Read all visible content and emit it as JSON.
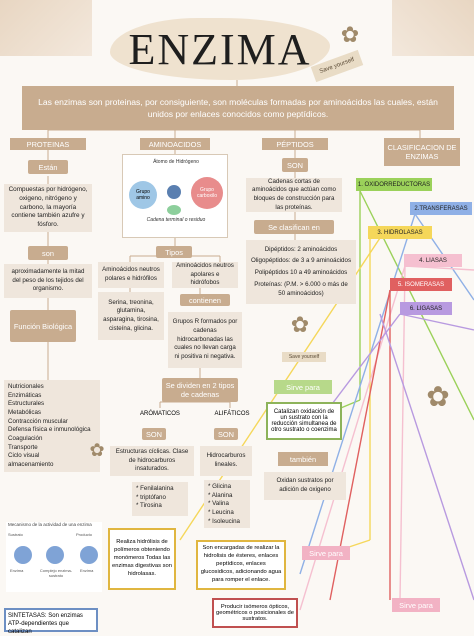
{
  "title": "ENZIMA",
  "title_tag": "Save yourself",
  "intro": "Las enzimas son proteinas, por consiguiente, son moléculas formadas por aminoácidos las cuales, están unidos por enlaces conocidos como peptídicos.",
  "columns": {
    "proteinas": {
      "header": "PROTEINAS",
      "estan": "Están",
      "desc": "Compuestas por hidrógeno, oxigeno, nitrógeno y carbono, la mayoría contiene también azufre y fósforo.",
      "son": "son",
      "son_desc": "aproximadamente la mitad del peso de los tejidos del organismo.",
      "funcion": "Función Biológica",
      "funciones": [
        "Nutricionales",
        "Enzimáticas",
        "Estructurales",
        "Metabólicas",
        "Contracción muscular",
        "Defensa física e inmunológica",
        "Coagulación",
        "Transporte",
        "Ciclo visual",
        "almacenamiento"
      ]
    },
    "aminoacidos": {
      "header": "AMINOACIDOS",
      "diagram_title": "Átomo de Hidrógeno",
      "diagram_left": "Grupo amino",
      "diagram_right": "Grupo carboxilo",
      "diagram_bottom": "Cadena terminal o residuo",
      "tipos": "Tipos",
      "tipo1": "Aminoácidos neutros polares e hidrófilos",
      "tipo2": "Aminoácidos neutros apolares e hidrófobos",
      "tipo1_list": "Serina, treonina, glutamina, asparagina, tirosina, cisteína, glicina.",
      "contienen": "contienen",
      "grupos": "Grupos R formados por cadenas hidrocarbonadas las cuales no llevan carga ni positiva ni negativa.",
      "dividen": "Se dividen en 2 tipos de cadenas",
      "aromaticos": "ARÓMATICOS",
      "alifaticos": "ALIFÁTICOS",
      "son": "SON",
      "arom_desc": "Estructuras cíclicas. Clase de hidrocarburos insaturados.",
      "alif_desc": "Hidrocarburos lineales.",
      "arom_list": [
        "Fenilalanina",
        "triptófano",
        "Tirosina"
      ],
      "alif_list": [
        "Glicina",
        "Alanina",
        "Valina",
        "Leucina",
        "Isoleucina"
      ]
    },
    "peptidos": {
      "header": "PÉPTIDOS",
      "son": "SON",
      "desc": "Cadenas cortas de aminoácidos que actúan como bloques de construcción para las proteínas.",
      "clasifican": "Se clasifican en",
      "items": [
        "Dipéptidos: 2 aminoácidos",
        "Oligopéptidos: de 3 a 9 aminoácidos",
        "Polipéptidos 10 a 49 aminoácidos",
        "Proteínas: (P.M. > 6.000 o más de 50 aminoácidos)"
      ],
      "flower_tag": "Save yourself"
    },
    "clasificacion": {
      "header": "CLASIFICACION DE ENZIMAS",
      "items": [
        {
          "label": "1. OXIDORREDUCTORAS",
          "color": "#9bd15a"
        },
        {
          "label": "2.TRANSFERASAS",
          "color": "#8fb0e6"
        },
        {
          "label": "3. HIDROLASAS",
          "color": "#f5d75a"
        },
        {
          "label": "4. LIASAS",
          "color": "#f5c0d0"
        },
        {
          "label": "5. ISOMERASAS",
          "color": "#e06060"
        },
        {
          "label": "6. LIGASAS",
          "color": "#b89ae0"
        }
      ]
    }
  },
  "lower": {
    "sirve_para": "Sirve para",
    "oxido_desc": "Catalizan oxidación de un sustrato con la reducción simultanea de otro sustrato o coenzima",
    "tambien": "también",
    "oxido_desc2": "Oxidan sustratos por adición de oxigeno",
    "hidrol_desc": "Realiza hidrólisis de polímeros obteniendo monómeros Todas las enzimas digestivas son hidrolasas.",
    "hidrolasas_desc": "Son encargadas de realizar la hidrolisis de ésteres, enlaces peptídicos, enlaces glucosidicos, adicionando agua para romper el enlace.",
    "sirve_para_2": "Sirve para",
    "isomer_desc": "Producir isómeros ópticos, geométricos o posicionales de sustratos.",
    "sirve_para_3": "Sirve para",
    "sintetasas": "SINTETASAS: Son enzimas ATP-dependientes que catalizan",
    "mech_title": "Mecanismo de la actividad de una enzima",
    "mech_labels": [
      "Sustrato",
      "Producto",
      "Enzima",
      "Complejo enzima-sustrato",
      "Enzima"
    ]
  }
}
